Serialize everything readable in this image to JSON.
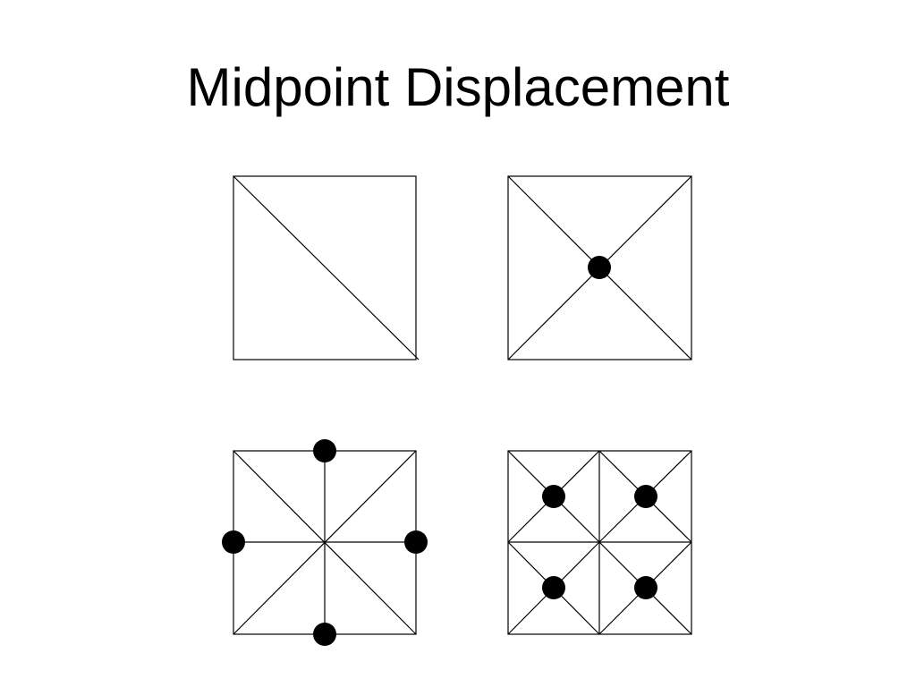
{
  "title": "Midpoint Displacement",
  "colors": {
    "background": "#ffffff",
    "stroke": "#000000",
    "point": "#000000"
  },
  "panels": [
    {
      "name": "initial-square",
      "subdivision": 1,
      "diagonals": "main-only",
      "midlines": false,
      "points": "none"
    },
    {
      "name": "center-point-step",
      "subdivision": 1,
      "diagonals": "both",
      "midlines": false,
      "points": "center"
    },
    {
      "name": "edge-midpoints-step",
      "subdivision": 1,
      "diagonals": "both",
      "midlines": true,
      "points": "edge-midpoints"
    },
    {
      "name": "subdivided-centers-step",
      "subdivision": 2,
      "diagonals": "both",
      "midlines": true,
      "points": "sub-centers"
    }
  ]
}
